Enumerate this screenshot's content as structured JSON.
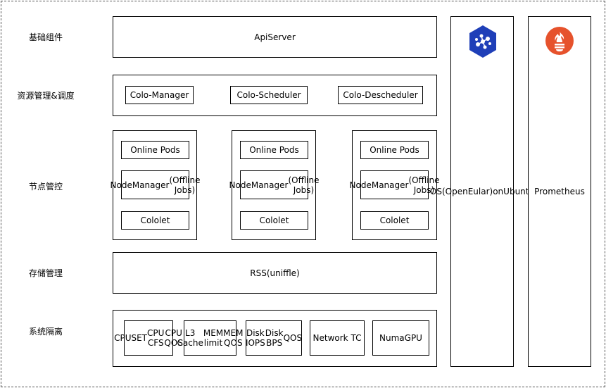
{
  "labels": {
    "infra": "基础组件",
    "resource": "资源管理&调度",
    "node": "节点管控",
    "storage": "存储管理",
    "isolation": "系统隔离"
  },
  "apiserver": "ApiServer",
  "scheduling": {
    "manager": "Colo-Manager",
    "scheduler": "Colo-Scheduler",
    "descheduler": "Colo-Descheduler"
  },
  "nodes": [
    {
      "online": "Online Pods",
      "nm_line1": "NodeManager",
      "nm_line2": "(Offline Jobs)",
      "cololet": "Cololet"
    },
    {
      "online": "Online Pods",
      "nm_line1": "NodeManager",
      "nm_line2": "(Offline Jobs)",
      "cololet": "Cololet"
    },
    {
      "online": "Online Pods",
      "nm_line1": "NodeManager",
      "nm_line2": "(Offline Jobs)",
      "cololet": "Cololet"
    }
  ],
  "storage": "RSS(uniffle)",
  "isolation": [
    {
      "lines": [
        "CPUSET",
        "CPU CFS",
        "CPU QOS"
      ]
    },
    {
      "lines": [
        "L3 Cache",
        "MEM limit",
        "MEM QOS"
      ]
    },
    {
      "lines": [
        "Disk IOPS",
        "Disk BPS",
        "QOS"
      ]
    },
    {
      "lines": [
        "Network TC"
      ]
    },
    {
      "lines": [
        "Numa",
        "GPU"
      ]
    }
  ],
  "os": {
    "lines": [
      "OS",
      "(OpenEular)",
      "on",
      "Ubuntu"
    ]
  },
  "monitor": "Prometheus",
  "icons": {
    "os_logo": "openeuler-logo-icon",
    "monitor_logo": "prometheus-logo-icon"
  },
  "colors": {
    "os_logo": "#1f3fb8",
    "monitor_logo": "#e6522c"
  }
}
